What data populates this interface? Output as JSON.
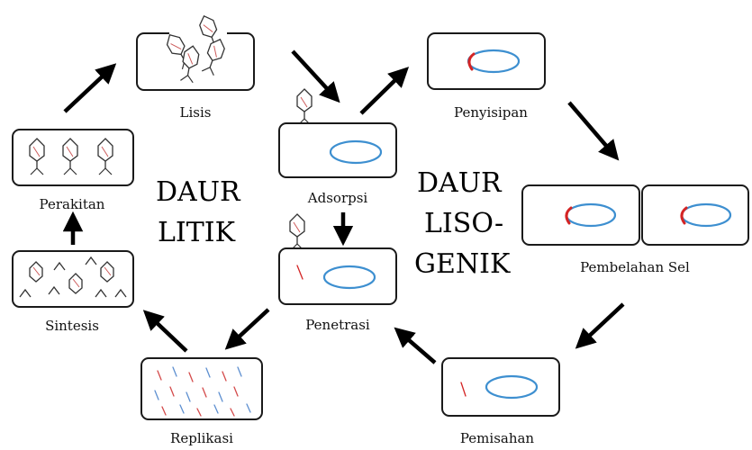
{
  "center_labels": {
    "lytic_line1": "DAUR",
    "lytic_line2": "LITIK",
    "lyso_line1": "DAUR",
    "lyso_line2": "LISO-",
    "lyso_line3": "GENIK"
  },
  "stages": {
    "lisis": "Lisis",
    "penyisipan": "Penyisipan",
    "adsorpsi": "Adsorpsi",
    "perakitan": "Perakitan",
    "pembelahan": "Pembelahan Sel",
    "sintesis": "Sintesis",
    "penetrasi": "Penetrasi",
    "replikasi": "Replikasi",
    "pemisahan": "Pemisahan"
  },
  "colors": {
    "bacterial_dna": "#3d8fd0",
    "viral_dna": "#d42424",
    "outline": "#1a1a1a"
  }
}
